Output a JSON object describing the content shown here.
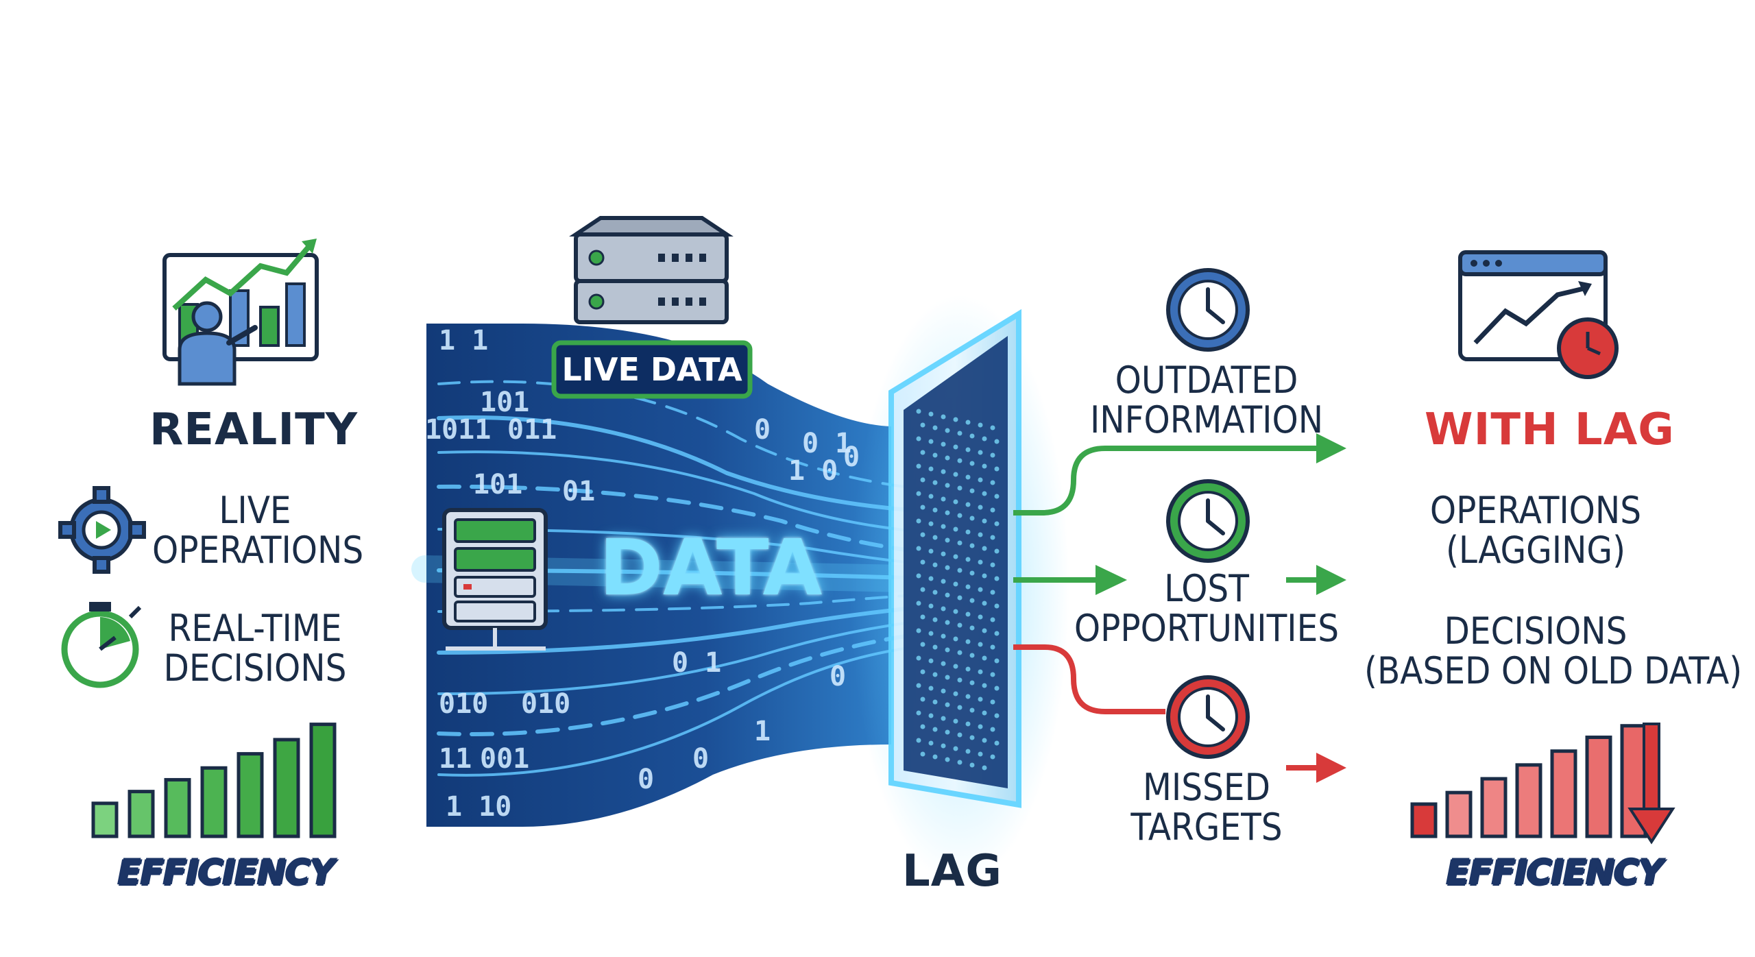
{
  "reality": {
    "title": "REALITY",
    "items": [
      {
        "lines": [
          "LIVE",
          "OPERATIONS"
        ],
        "icon": "gear-play-icon"
      },
      {
        "lines": [
          "REAL-TIME",
          "DECISIONS"
        ],
        "icon": "stopwatch-icon"
      }
    ],
    "efficiency_label": "EFFICIENCY",
    "efficiency_levels": [
      0.28,
      0.38,
      0.48,
      0.58,
      0.7,
      0.82,
      0.95
    ],
    "header_icon": "presentation-chart-icon",
    "color": "#3aa64a"
  },
  "data_stream": {
    "badge": "LIVE DATA",
    "label": "DATA",
    "binary": [
      "1 1",
      "101",
      "1011",
      "011",
      "101",
      "01",
      "0",
      "0 1",
      "1 0",
      "0",
      "01",
      "0 1",
      "010",
      "010",
      "11",
      "001",
      "1 10",
      "0",
      "1",
      "0",
      "0"
    ],
    "server_icon": "server-stack-icon",
    "database_icon": "database-rack-icon"
  },
  "lag": {
    "label": "LAG"
  },
  "impacts": [
    {
      "lines": [
        "OUTDATED",
        "INFORMATION"
      ],
      "icon": "clock-icon",
      "tone": "#3aa64a"
    },
    {
      "lines": [
        "LOST",
        "OPPORTUNITIES"
      ],
      "icon": "clock-icon",
      "tone": "#3aa64a"
    },
    {
      "lines": [
        "MISSED",
        "TARGETS"
      ],
      "icon": "clock-icon",
      "tone": "#d83a3a"
    }
  ],
  "with_lag": {
    "title": "WITH LAG",
    "items": [
      {
        "lines": [
          "OPERATIONS",
          "(LAGGING)"
        ]
      },
      {
        "lines": [
          "DECISIONS",
          "(BASED ON OLD DATA)"
        ]
      }
    ],
    "efficiency_label": "EFFICIENCY",
    "efficiency_levels": [
      0.28,
      0.38,
      0.5,
      0.62,
      0.74,
      0.86,
      0.96
    ],
    "header_icon": "browser-chart-clock-icon",
    "color": "#d83a3a"
  },
  "colors": {
    "navy": "#1a2c46",
    "green": "#3aa64a",
    "red": "#d83a3a",
    "blue_dark": "#0d2d62",
    "cyan": "#5fd3ff"
  }
}
